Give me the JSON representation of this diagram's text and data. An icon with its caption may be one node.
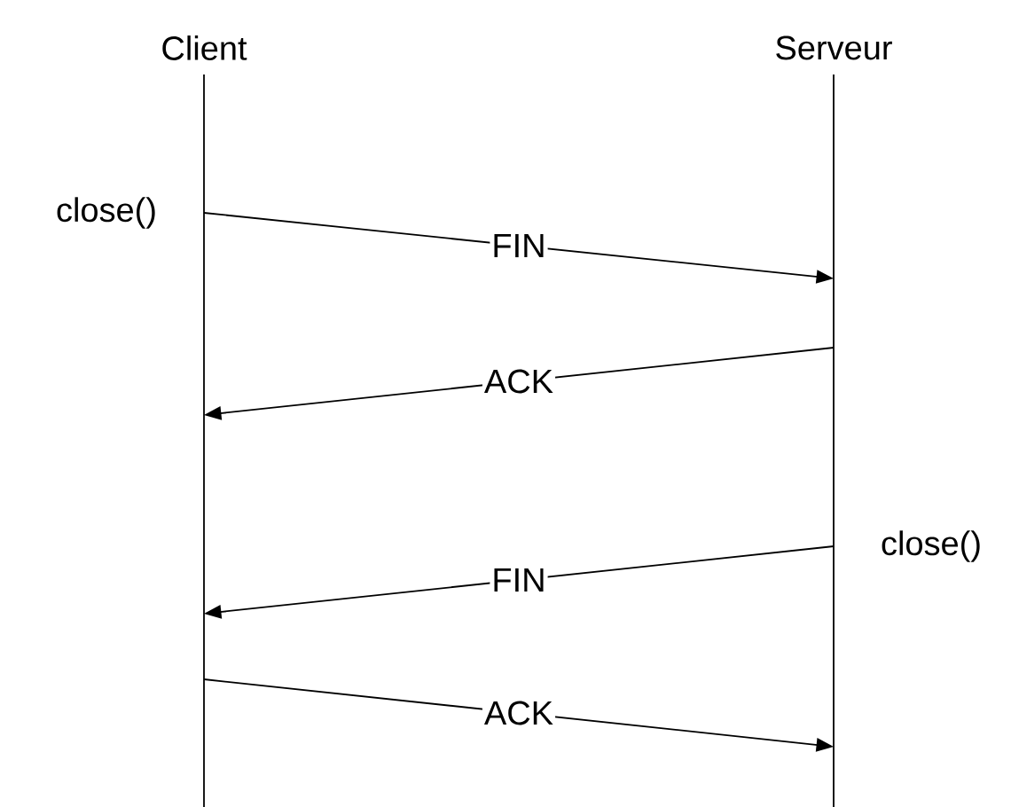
{
  "diagram": {
    "nodes": [
      {
        "text": [
          "Client"
        ],
        "beside": [
          "close()"
        ]
      },
      {
        "text": [
          "Serveur"
        ],
        "beside": [
          "close()"
        ]
      }
    ],
    "edges": [
      {
        "from": 0,
        "to": 1,
        "arrow": "to",
        "label": "FIN"
      },
      {
        "from": 1,
        "to": 0,
        "arrow": "to",
        "label": "ACK"
      },
      {
        "from": 1,
        "to": 0,
        "arrow": "to",
        "label": "FIN"
      },
      {
        "from": 0,
        "to": 1,
        "arrow": "to",
        "label": "ACK"
      }
    ]
  }
}
